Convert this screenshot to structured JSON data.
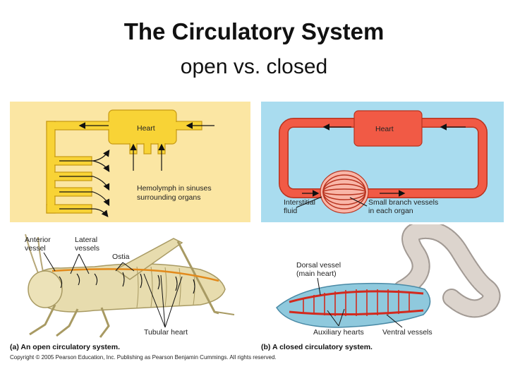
{
  "slide": {
    "title": "The Circulatory System",
    "subtitle": "open vs. closed"
  },
  "open_diagram": {
    "heart_label": "Heart",
    "hemolymph_label_line1": "Hemolymph in sinuses",
    "hemolymph_label_line2": "surrounding organs",
    "background_color": "#fbe6a3",
    "vessel_color": "#f8d336"
  },
  "closed_diagram": {
    "heart_label": "Heart",
    "interstitial_label_line1": "Interstitial",
    "interstitial_label_line2": "fluid",
    "small_vessels_label_line1": "Small branch vessels",
    "small_vessels_label_line2": "in each organ",
    "background_color": "#a9dcef",
    "vessel_color": "#f15a45"
  },
  "grasshopper": {
    "anterior_vessel_line1": "Anterior",
    "anterior_vessel_line2": "vessel",
    "lateral_vessels_line1": "Lateral",
    "lateral_vessels_line2": "vessels",
    "ostia_label": "Ostia",
    "tubular_heart_label": "Tubular heart",
    "caption_letter": "(a)",
    "caption_text": "An open circulatory system."
  },
  "earthworm": {
    "dorsal_vessel_line1": "Dorsal vessel",
    "dorsal_vessel_line2": "(main heart)",
    "auxiliary_hearts_label": "Auxiliary hearts",
    "ventral_vessels_label": "Ventral vessels",
    "caption_letter": "(b)",
    "caption_text": "A closed circulatory system."
  },
  "copyright": "Copyright © 2005 Pearson Education, Inc. Publishing as Pearson Benjamin Cummings. All rights reserved."
}
